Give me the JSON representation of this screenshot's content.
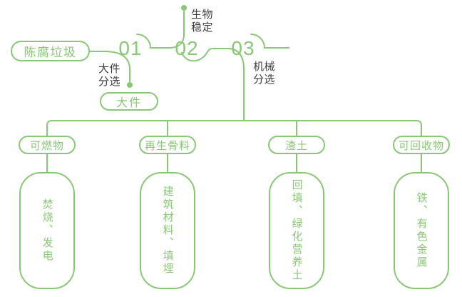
{
  "colors": {
    "accent_green": "#89c876",
    "label_dark": "#3c3c3c",
    "background": "#ffffff"
  },
  "root": {
    "label": "陈腐垃圾"
  },
  "stages": [
    {
      "number": "01",
      "process": "大件分选",
      "output": "大件"
    },
    {
      "number": "02",
      "process": "生物稳定"
    },
    {
      "number": "03",
      "process": "机械分选"
    }
  ],
  "outputs": [
    {
      "category": "可燃物",
      "disposal": "焚烧、发电"
    },
    {
      "category": "再生骨料",
      "disposal": "建筑材料、填埋"
    },
    {
      "category": "渣土",
      "disposal": "回填、绿化营养土"
    },
    {
      "category": "可回收物",
      "disposal": "铁、有色金属"
    }
  ]
}
